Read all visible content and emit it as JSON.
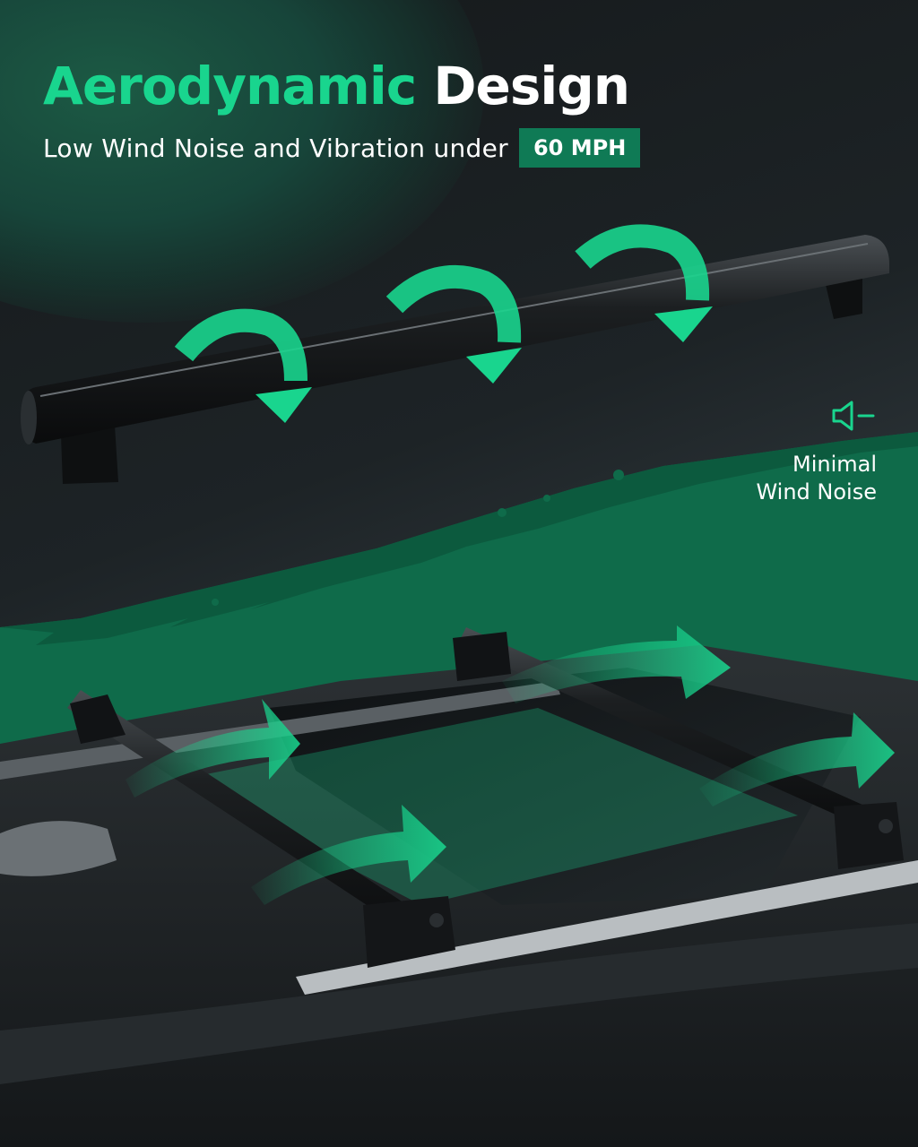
{
  "headline": {
    "highlight": "Aerodynamic",
    "rest": "Design"
  },
  "subheadline": {
    "text": "Low Wind Noise and Vibration under",
    "badge": "60 MPH"
  },
  "callout": {
    "icon": "speaker-low-volume-icon",
    "line1": "Minimal",
    "line2": "Wind Noise"
  },
  "colors": {
    "accent_green": "#19d58e",
    "badge_green": "#0f7a55",
    "brush_green": "#0f6b4a",
    "background_dark": "#1d2326"
  }
}
